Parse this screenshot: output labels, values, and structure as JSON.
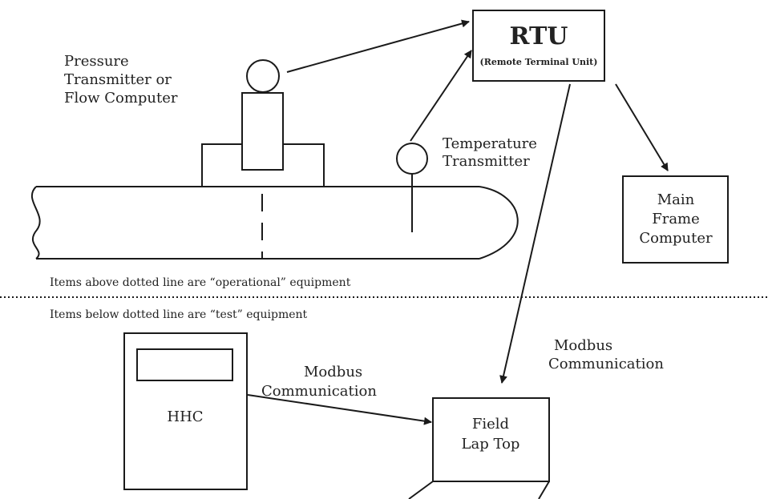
{
  "labels": {
    "pressure_line1": "Pressure",
    "pressure_line2": "Transmitter or",
    "pressure_line3": "Flow Computer",
    "temperature_line1": "Temperature",
    "temperature_line2": "Transmitter",
    "rtu_title": "RTU",
    "rtu_subtitle": "(Remote Terminal Unit)",
    "mainframe_line1": "Main",
    "mainframe_line2": "Frame",
    "mainframe_line3": "Computer",
    "above_note": "Items above dotted line are “operational” equipment",
    "below_note": "Items below dotted line are “test” equipment",
    "hhc": "HHC",
    "modbus_left_line1": "Modbus",
    "modbus_left_line2": "Communication",
    "modbus_right_line1": "Modbus",
    "modbus_right_line2": "Communication",
    "laptop_line1": "Field",
    "laptop_line2": "Lap Top"
  },
  "style": {
    "stroke_color": "#1a1a1a",
    "text_color": "#222222",
    "background": "#ffffff"
  }
}
